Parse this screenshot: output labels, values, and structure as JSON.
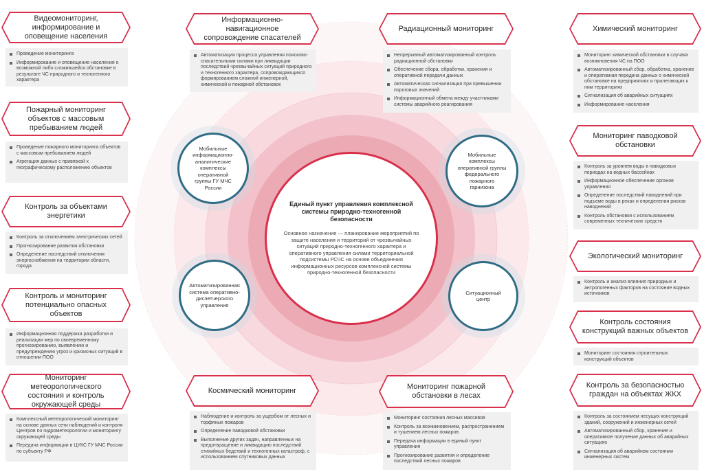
{
  "colors": {
    "accent": "#d8304b",
    "satellite_border": "#2f6c85",
    "panel_bg": "#f0f0f0"
  },
  "hub": {
    "title": "Единый пункт управления комплексной системы природно-техногенной безопасности",
    "text": "Основное назначение — планирование мероприятий по защите населения и территорий от чрезвычайных ситуаций природно-техногенного характера и оперативного управления силами территориальной подсистемы РСЧС на основе объединения информационных ресурсов комплексной системы природно-техногенной безопасности"
  },
  "satellites": {
    "mobile_analytic": "Мобильные информационно-аналитические комплексы оперативной группы ГУ МЧС России",
    "mobile_fire": "Мобильные комплексы оперативной группы федерального пожарного гарнизона",
    "asodu": "Автоматизированная система оперативно-диспетчерского управления",
    "situation_center": "Ситуационный центр"
  },
  "blocks": {
    "video": {
      "title": "Видеомониторинг, информирование и оповещение населения",
      "items": [
        "Проведение мониторинга",
        "Информирование и оповещение населения о возможной либо сложившейся обстановке в результате ЧС природного и техногенного характера"
      ]
    },
    "fire_mass": {
      "title": "Пожарный мониторинг объектов с массовым пребыванием людей",
      "items": [
        "Проведение пожарного мониторинга объектов с массовым пребыванием людей",
        "Агрегация данных с привязкой к географическому расположению объектов"
      ]
    },
    "energy": {
      "title": "Контроль за объектами энергетики",
      "items": [
        "Контроль за отключением электрических сетей",
        "Прогнозирование развития обстановки",
        "Определение последствий отключения энергоснабжения на территории области, города"
      ]
    },
    "hazard": {
      "title": "Контроль и мониторинг потенциально опасных объектов",
      "items": [
        "Информационная поддержка разработки и реализации мер по своевременному прогнозированию, выявлению и предупреждению угроз и кризисных ситуаций в отношении ПОО"
      ]
    },
    "meteo": {
      "title": "Мониторинг метеорологического состояния и контроль окружающей среды",
      "items": [
        "Комплексный метеорологический мониторинг на основе данных сети наблюдений и контроля Центров по гидрометеорологии и мониторингу окружающей среды",
        "Передача информации в ЦУКС ГУ МЧС России по субъекту РФ"
      ]
    },
    "nav": {
      "title": "Информационно-навигационное сопровождение спасателей",
      "items": [
        "Автоматизация процесса управления поисково-спасательными силами при ликвидации последствий чрезвычайных ситуаций природного и техногенного характера, сопровождающихся формированием сложной инженерной, химической и пожарной обстановок"
      ]
    },
    "space": {
      "title": "Космический мониторинг",
      "items": [
        "Наблюдение и контроль за ущербом от лесных и торфяных пожаров",
        "Определение паводковой обстановки",
        "Выполнение других задач, направленных на предотвращение и ликвидацию последствий стихийных бедствий и техногенных катастроф, с использованием спутниковых данных"
      ]
    },
    "radiation": {
      "title": "Радиационный мониторинг",
      "items": [
        "Непрерывный автоматизированный контроль радиационной обстановки",
        "Обеспечение сбора, обработки, хранения и оперативной передачи данных",
        "Автоматическая сигнализация при превышении пороговых значений",
        "Информационный обмена между участниками системы аварийного реагирования"
      ]
    },
    "forest": {
      "title": "Мониторинг пожарной обстановки в лесах",
      "items": [
        "Мониторинг состояния лесных массивов",
        "Контроль за возникновением, распространением и тушением лесных пожаров",
        "Передача информации в единый пункт управления",
        "Прогнозирование развития и определение последствий лесных пожаров"
      ]
    },
    "chem": {
      "title": "Химический мониторинг",
      "items": [
        "Мониторинг химической обстановки в случаях возникновения ЧС на ПОО",
        "Автоматизированный сбор, обработка, хранение и оперативная передача данных о химической обстановке на предприятиях и прилегающих к ним территориях",
        "Сигнализация об аварийных ситуациях",
        "Информирование населения"
      ]
    },
    "flood": {
      "title": "Мониторинг паводковой обстановки",
      "items": [
        "Контроль за уровнем воды в паводковых периодах на водных бассейнах",
        "Информационное обеспечение органов управления",
        "Определение последствий наводнений при подъеме воды в реках и определения рисков наводнений",
        "Контроль обстановки с использованием современных технических средств"
      ]
    },
    "eco": {
      "title": "Экологический мониторинг",
      "items": [
        "Контроль и анализ влияния природных и антропогенных факторов на состояние водных источников"
      ]
    },
    "structures": {
      "title": "Контроль состояния конструкций важных объектов",
      "items": [
        "Мониторинг состояния строительных конструкций объектов"
      ]
    },
    "housing": {
      "title": "Контроль за безопасностью граждан на объектах ЖКХ",
      "items": [
        "Контроль за состоянием несущих конструкций зданий, сооружений и инженерных сетей",
        "Автоматизированный сбор, хранение и оперативное получение данных об аварийных ситуациях",
        "Сигнализация об аварийном состоянии инженерных систем"
      ]
    }
  }
}
